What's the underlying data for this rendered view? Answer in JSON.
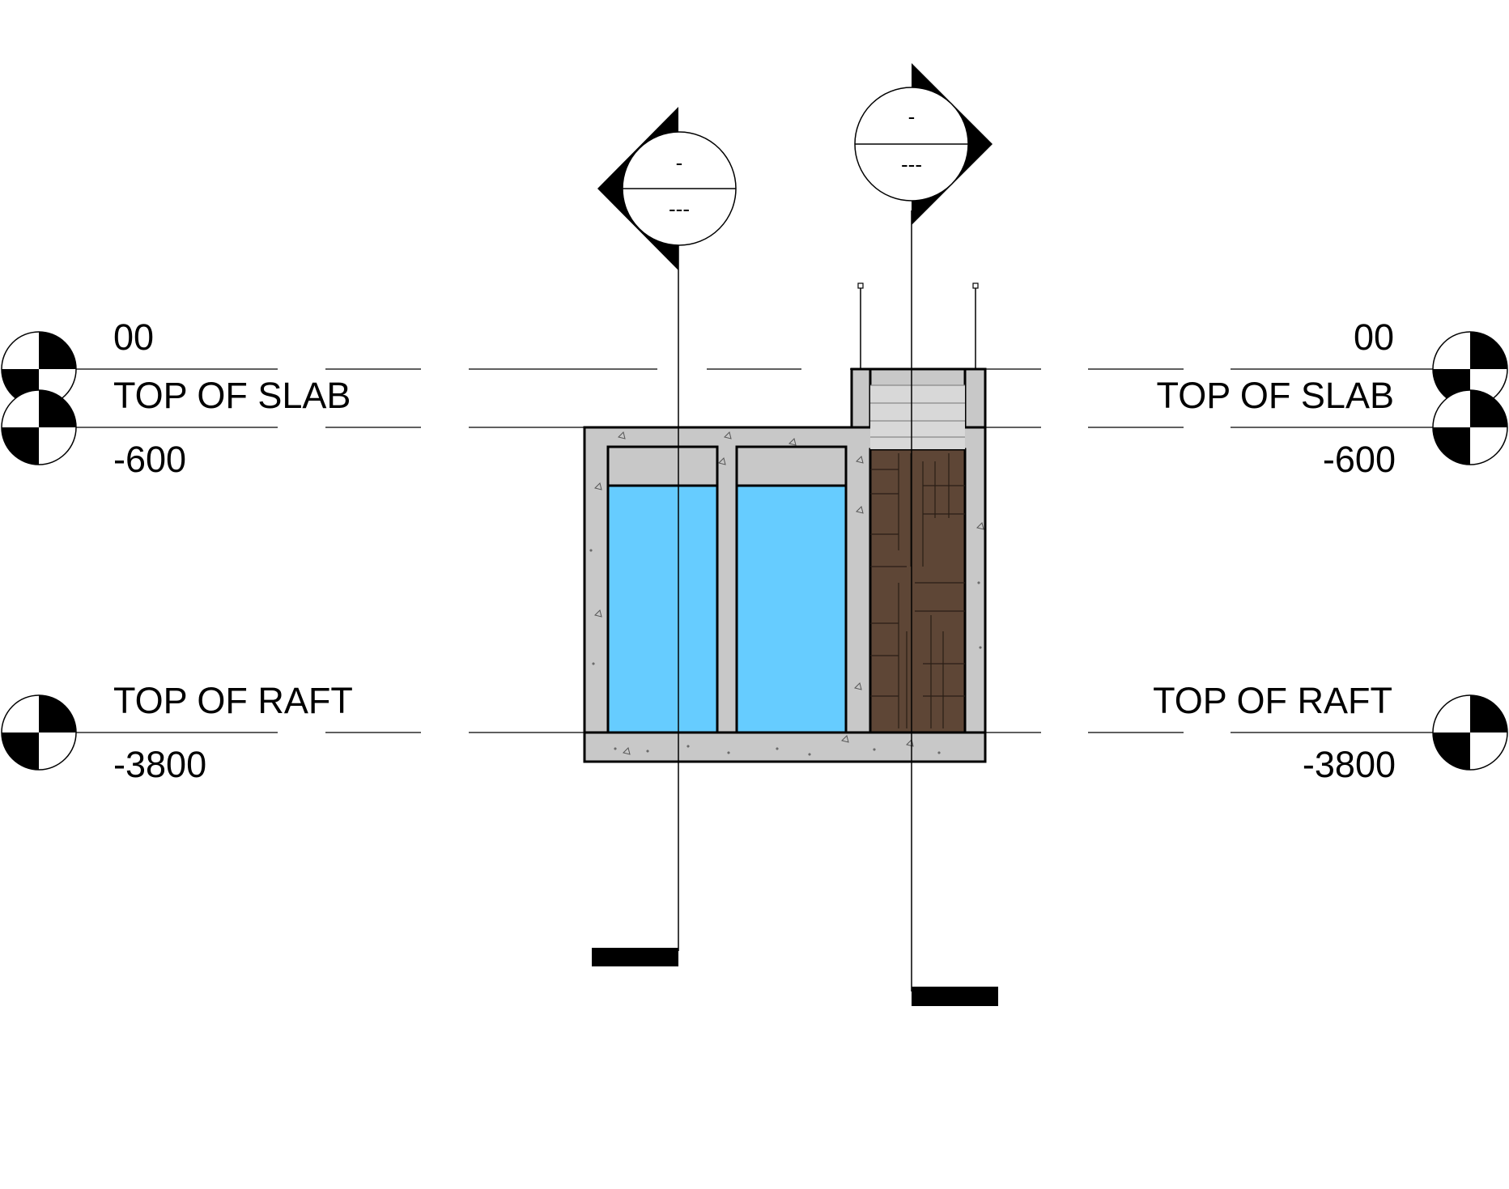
{
  "levels": {
    "top_of_slab": {
      "elevation_label": "00",
      "name": "TOP OF SLAB",
      "right_elevation_label": "00",
      "right_name": "TOP OF SLAB"
    },
    "level_minus_600": {
      "elevation_label": "-600",
      "right_elevation_label": "-600"
    },
    "top_of_raft": {
      "name": "TOP OF RAFT",
      "elevation_label": "-3800",
      "right_name": "TOP OF RAFT",
      "right_elevation_label": "-3800"
    }
  },
  "section_markers": [
    {
      "number": "-",
      "sheet": "---"
    },
    {
      "number": "-",
      "sheet": "---"
    }
  ],
  "colors": {
    "water": "#66ccff",
    "concrete": "#c8c8c8",
    "wood_fill": "#5e4636",
    "line": "#000000"
  }
}
